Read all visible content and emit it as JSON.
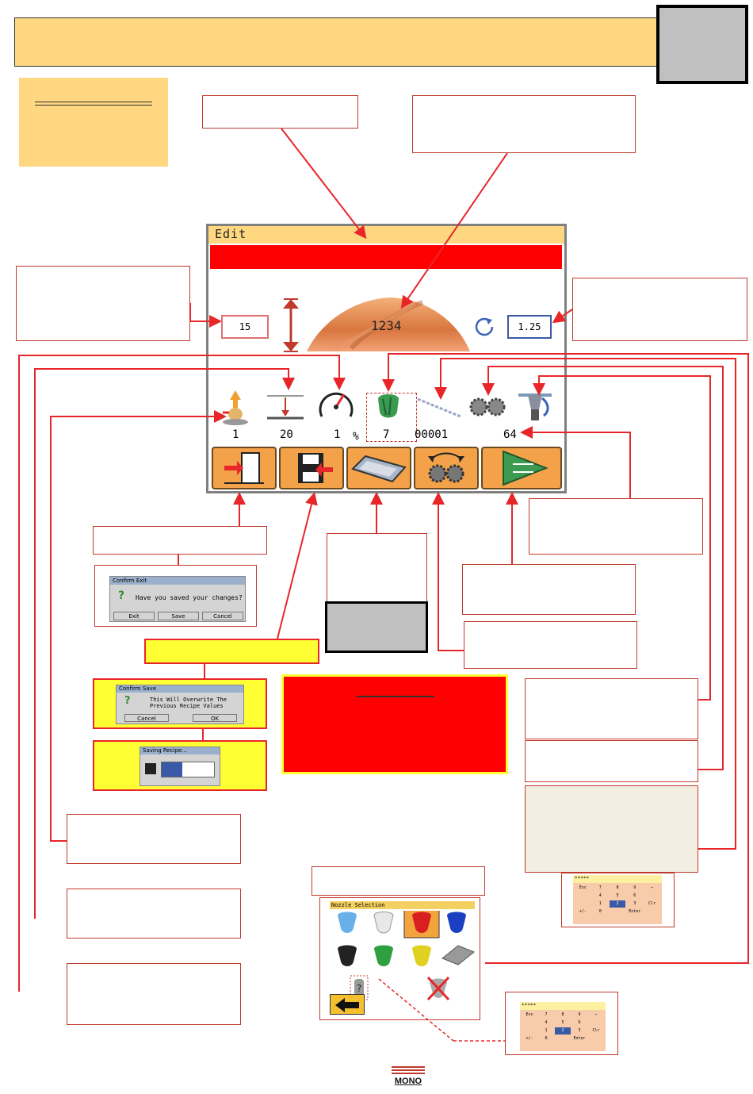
{
  "screen": {
    "title": "Edit",
    "height_value": "15",
    "cake_label": "1234",
    "speed_value": "1.25",
    "params": {
      "p1": "1",
      "p2": "20",
      "p3": "1",
      "p3_unit": "%",
      "p4": "7",
      "p5": "00001",
      "p6": "64"
    }
  },
  "dialogs": {
    "exit": {
      "title": "Confirm Exit",
      "message": "Have you saved your changes?",
      "buttons": [
        "Exit",
        "Save",
        "Cancel"
      ]
    },
    "save": {
      "title": "Confirm Save",
      "message_line1": "This Will Overwrite The",
      "message_line2": "Previous Recipe Values",
      "buttons": [
        "Cancel",
        "OK"
      ]
    },
    "saving": {
      "title": "Saving Recipe..."
    }
  },
  "keypad": {
    "display": "*****",
    "keys": [
      "Esc",
      "7",
      "8",
      "9",
      "←",
      "",
      "4",
      "5",
      "6",
      "",
      "",
      "1",
      "2",
      "3",
      "Clr",
      "+/-",
      "0",
      "",
      "Enter",
      ""
    ]
  },
  "keypad_small": {
    "display": "*****",
    "keys": [
      "Esc",
      "7",
      "8",
      "9",
      "←",
      "",
      "4",
      "5",
      "6",
      "",
      "",
      "1",
      "2",
      "3",
      "Clr",
      "+/-",
      "0",
      "",
      "Enter",
      ""
    ]
  },
  "nozzle": {
    "title": "Nozzle Selection"
  },
  "logo": {
    "text": "MONO"
  },
  "colors": {
    "tan": "#fed780",
    "red": "#ff0000",
    "yellow": "#ffff33",
    "gray": "#c0c0c0",
    "accent": "#e8262a"
  }
}
